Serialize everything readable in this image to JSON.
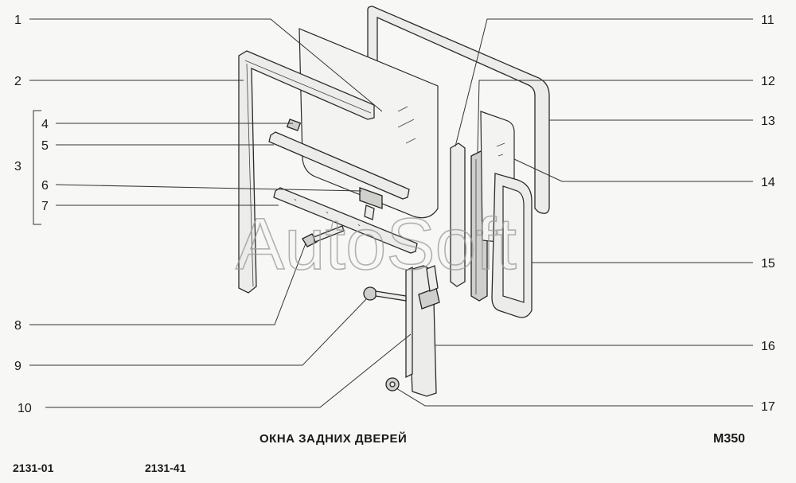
{
  "watermark": "AutoSoft",
  "caption": "ОКНА ЗАДНИХ ДВЕРЕЙ",
  "sheet_code": "M350",
  "model_codes": [
    "2131-01",
    "2131-41"
  ],
  "callouts": [
    "1",
    "2",
    "3",
    "4",
    "5",
    "6",
    "7",
    "8",
    "9",
    "10",
    "11",
    "12",
    "13",
    "14",
    "15",
    "16",
    "17"
  ],
  "colors": {
    "line": "#2a2a2a",
    "paper": "#f7f7f5",
    "watermark": "#9a9a9a"
  }
}
